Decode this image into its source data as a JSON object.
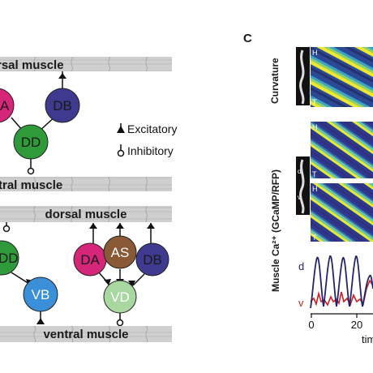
{
  "panel_label": "C",
  "circuit": {
    "top": {
      "dorsal_muscle": "rsal muscle",
      "ventral_muscle": "tral muscle",
      "neurons": {
        "DA": "A",
        "DB": "DB",
        "DD": "DD"
      }
    },
    "bottom": {
      "dorsal_muscle": "dorsal muscle",
      "ventral_muscle": "ventral muscle",
      "neurons": {
        "DD": "DD",
        "VB": "VB",
        "DA": "DA",
        "AS": "AS",
        "DB": "DB",
        "VD": "VD"
      }
    },
    "colors": {
      "DA": "#d6267a",
      "DB": "#3e3a8f",
      "DD": "#2f9a3a",
      "VB": "#3a8fd8",
      "AS": "#8a5a36",
      "VD": "#a8d8a0",
      "muscle": "#c8c8c8"
    }
  },
  "legend": {
    "excitatory": "Excitatory",
    "inhibitory": "Inhibitory"
  },
  "imaging": {
    "curvature_label": "Curvature",
    "calcium_label": "Muscle Ca²⁺ (GCaMP/RFP)",
    "H": "H",
    "T": "T",
    "d_small": "d",
    "v_small": "v",
    "trace_d": "d",
    "trace_v": "v",
    "x_tick_0": "0",
    "x_tick_20": "20",
    "x_label": "tim",
    "trace_colors": {
      "d": "#23236e",
      "v": "#d22020"
    }
  }
}
